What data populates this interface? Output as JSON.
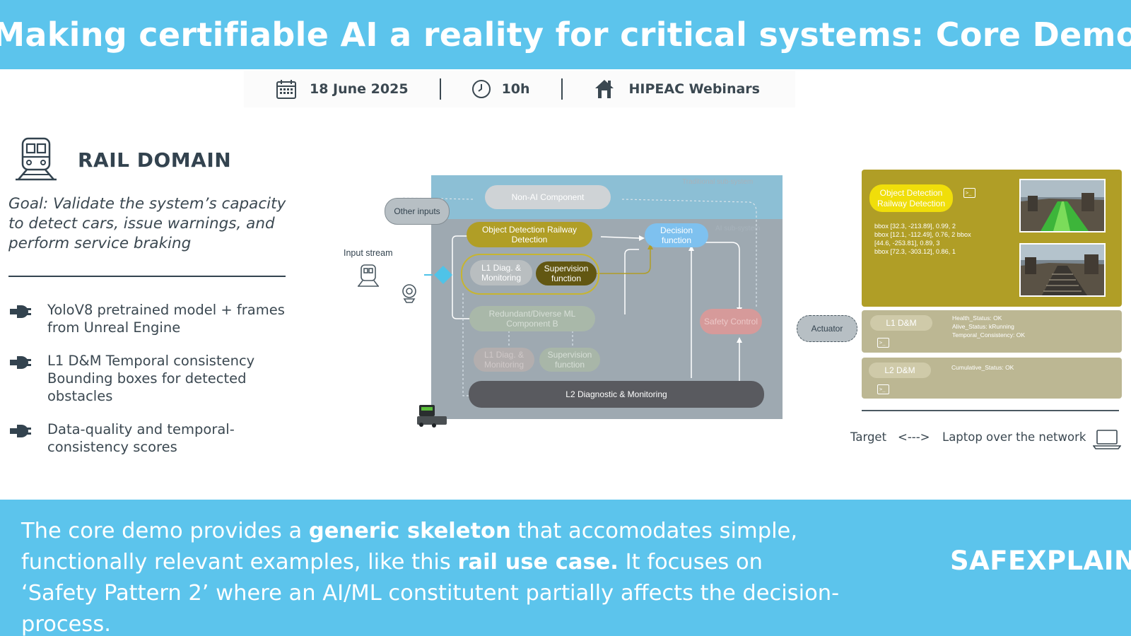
{
  "header": {
    "title": "Making certifiable AI a reality for critical systems: Core Demo"
  },
  "info": {
    "date": "18 June 2025",
    "time": "10h",
    "venue": "HIPEAC Webinars"
  },
  "rail": {
    "title": "RAIL DOMAIN",
    "goal": "Goal: Validate the system’s capacity to detect cars, issue warnings, and perform service braking",
    "bullets": [
      "YoloV8 pretrained model + frames from Unreal Engine",
      "L1 D&M Temporal consistency Bounding boxes for detected obstacles",
      "Data-quality and temporal-consistency scores"
    ]
  },
  "diagram": {
    "traditional_label": "Traditional sub-system",
    "ai_label": "AI sub-system",
    "other_inputs": "Other inputs",
    "non_ai": "Non-AI Component",
    "input_stream": "Input stream",
    "object_detection": "Object Detection Railway Detection",
    "decision": "Decision function",
    "l1_diag": "L1 Diag. & Monitoring",
    "supervision": "Supervision function",
    "redundant": "Redundant/Diverse ML Component B",
    "l1_diag_b": "L1 Diag. & Monitoring",
    "supervision_b": "Supervision function",
    "safety_control": "Safety Control",
    "l2": "L2 Diagnostic & Monitoring",
    "actuator": "Actuator"
  },
  "panels": {
    "object_detection": "Object Detection Railway Detection",
    "bbox": [
      "bbox [32.3, -213.89], 0.99, 2",
      "bbox [12.1, -112.49], 0.76, 2 bbox",
      "[44.6, -253.81], 0.89, 3",
      "bbox [72.3, -303.12], 0.86, 1"
    ],
    "l1": "L1 D&M",
    "l1_status": [
      "Health_Status: OK",
      "Alive_Status: kRunning",
      "Temporal_Consistency: OK"
    ],
    "l2": "L2 D&M",
    "l2_status": [
      "Cumulative_Status: OK"
    ],
    "target": "Target",
    "arrow": "<--->",
    "laptop": "Laptop over the network"
  },
  "footer": {
    "p1": "The core demo provides a ",
    "b1": "generic skeleton",
    "p2": " that accomodates simple, functionally relevant examples, like this ",
    "b2": "rail use case.",
    "p3": "  It focuses on ‘Safety Pattern 2’ where an AI/ML constitutent partially affects the decision-process.",
    "logo": "SAFEXPLAIN"
  },
  "colors": {
    "brand_blue": "#5cc4ec",
    "olive": "#b09e26",
    "taupe": "#bcb793",
    "dark_text": "#33434f",
    "decision_blue": "#7ec1ef",
    "safety_red": "#d69a9a"
  }
}
